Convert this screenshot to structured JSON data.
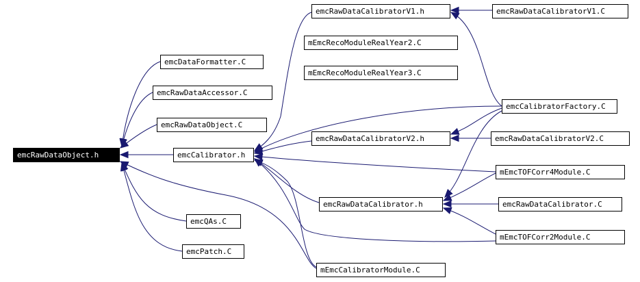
{
  "diagram": {
    "type": "include-dependency-graph",
    "nodes": [
      {
        "id": "emcRawDataObject_h",
        "label": "emcRawDataObject.h",
        "highlighted": true
      },
      {
        "id": "emcDataFormatter_C",
        "label": "emcDataFormatter.C"
      },
      {
        "id": "emcRawDataAccessor_C",
        "label": "emcRawDataAccessor.C"
      },
      {
        "id": "emcRawDataObject_C",
        "label": "emcRawDataObject.C"
      },
      {
        "id": "emcCalibrator_h",
        "label": "emcCalibrator.h"
      },
      {
        "id": "emcQAs_C",
        "label": "emcQAs.C"
      },
      {
        "id": "emcPatch_C",
        "label": "emcPatch.C"
      },
      {
        "id": "emcRawDataCalibratorV1_h",
        "label": "emcRawDataCalibratorV1.h"
      },
      {
        "id": "mEmcRecoModuleRealYear2_C",
        "label": "mEmcRecoModuleRealYear2.C"
      },
      {
        "id": "mEmcRecoModuleRealYear3_C",
        "label": "mEmcRecoModuleRealYear3.C"
      },
      {
        "id": "emcRawDataCalibratorV2_h",
        "label": "emcRawDataCalibratorV2.h"
      },
      {
        "id": "emcRawDataCalibrator_h",
        "label": "emcRawDataCalibrator.h"
      },
      {
        "id": "mEmcCalibratorModule_C",
        "label": "mEmcCalibratorModule.C"
      },
      {
        "id": "emcRawDataCalibratorV1_C",
        "label": "emcRawDataCalibratorV1.C"
      },
      {
        "id": "emcCalibratorFactory_C",
        "label": "emcCalibratorFactory.C"
      },
      {
        "id": "emcRawDataCalibratorV2_C",
        "label": "emcRawDataCalibratorV2.C"
      },
      {
        "id": "mEmcTOFCorr4Module_C",
        "label": "mEmcTOFCorr4Module.C"
      },
      {
        "id": "emcRawDataCalibrator_C",
        "label": "emcRawDataCalibrator.C"
      },
      {
        "id": "mEmcTOFCorr2Module_C",
        "label": "mEmcTOFCorr2Module.C"
      }
    ],
    "edges": [
      {
        "from": "emcDataFormatter_C",
        "to": "emcRawDataObject_h"
      },
      {
        "from": "emcRawDataAccessor_C",
        "to": "emcRawDataObject_h"
      },
      {
        "from": "emcRawDataObject_C",
        "to": "emcRawDataObject_h"
      },
      {
        "from": "emcCalibrator_h",
        "to": "emcRawDataObject_h"
      },
      {
        "from": "emcQAs_C",
        "to": "emcRawDataObject_h"
      },
      {
        "from": "emcPatch_C",
        "to": "emcRawDataObject_h"
      },
      {
        "from": "mEmcCalibratorModule_C",
        "to": "emcRawDataObject_h"
      },
      {
        "from": "emcRawDataCalibratorV1_h",
        "to": "emcCalibrator_h"
      },
      {
        "from": "emcRawDataCalibratorV2_h",
        "to": "emcCalibrator_h"
      },
      {
        "from": "emcRawDataCalibrator_h",
        "to": "emcCalibrator_h"
      },
      {
        "from": "emcCalibratorFactory_C",
        "to": "emcCalibrator_h"
      },
      {
        "from": "mEmcTOFCorr4Module_C",
        "to": "emcCalibrator_h"
      },
      {
        "from": "mEmcTOFCorr2Module_C",
        "to": "emcCalibrator_h"
      },
      {
        "from": "mEmcCalibratorModule_C",
        "to": "emcCalibrator_h"
      },
      {
        "from": "emcRawDataCalibratorV1_C",
        "to": "emcRawDataCalibratorV1_h"
      },
      {
        "from": "emcCalibratorFactory_C",
        "to": "emcRawDataCalibratorV1_h"
      },
      {
        "from": "emcRawDataCalibratorV2_C",
        "to": "emcRawDataCalibratorV2_h"
      },
      {
        "from": "emcCalibratorFactory_C",
        "to": "emcRawDataCalibratorV2_h"
      },
      {
        "from": "emcRawDataCalibrator_C",
        "to": "emcRawDataCalibrator_h"
      },
      {
        "from": "mEmcTOFCorr4Module_C",
        "to": "emcRawDataCalibrator_h"
      },
      {
        "from": "mEmcTOFCorr2Module_C",
        "to": "emcRawDataCalibrator_h"
      },
      {
        "from": "emcCalibratorFactory_C",
        "to": "emcRawDataCalibrator_h"
      }
    ]
  },
  "colors": {
    "edge": "#191970",
    "node_border": "#000000",
    "root_fill": "#000000",
    "root_text": "#ffffff"
  }
}
